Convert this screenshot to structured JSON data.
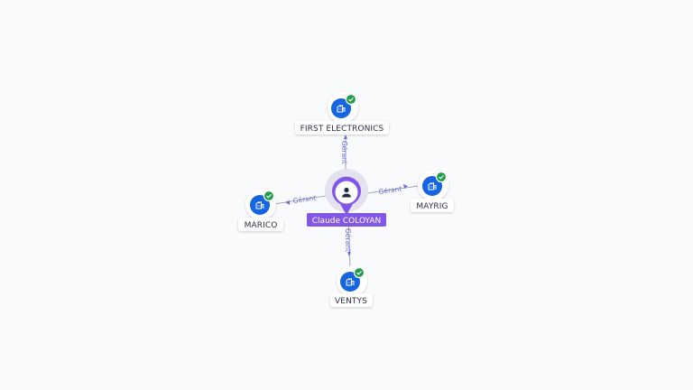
{
  "person": {
    "name": "Claude COLOYAN",
    "icon": "person-icon",
    "color": "#8257e6"
  },
  "companies": [
    {
      "id": "first-electronics",
      "name": "FIRST ELECTRONICS",
      "relation": "Gérant",
      "icon": "company-building-icon",
      "status_icon": "verified-check-icon"
    },
    {
      "id": "mayrig",
      "name": "MAYRIG",
      "relation": "Gérant",
      "icon": "company-building-icon",
      "status_icon": "verified-check-icon"
    },
    {
      "id": "marico",
      "name": "MARICO",
      "relation": "Gérant",
      "icon": "company-building-icon",
      "status_icon": "verified-check-icon"
    },
    {
      "id": "ventys",
      "name": "VENTYS",
      "relation": "Gérant",
      "icon": "company-building-icon",
      "status_icon": "verified-check-icon"
    }
  ],
  "colors": {
    "company_icon": "#1565e0",
    "verified": "#1e9c4a",
    "edge": "#8a8fa8",
    "edge_label": "#6d6fd8"
  }
}
